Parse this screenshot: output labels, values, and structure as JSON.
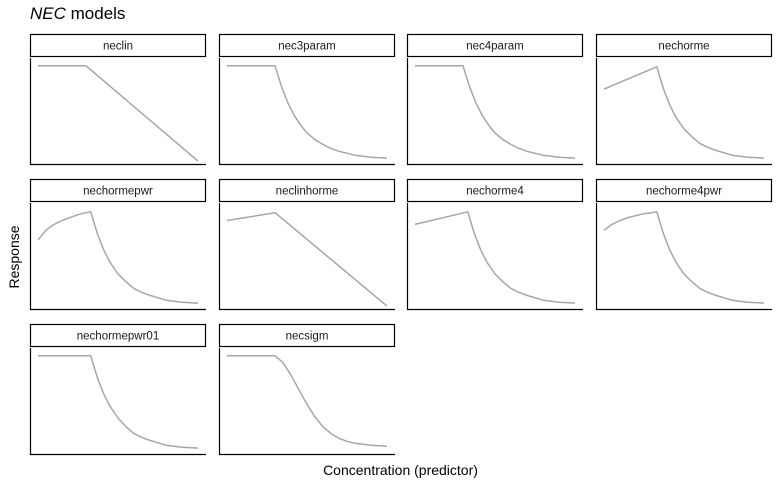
{
  "chart_data": {
    "type": "line",
    "title": {
      "italic": "NEC",
      "rest": " models"
    },
    "xlabel": "Concentration (predictor)",
    "ylabel": "Response",
    "x_ticks": "none",
    "y_ticks": "none",
    "grid": false,
    "legend": "none",
    "ylim": [
      0,
      1.08
    ],
    "line_color": "#a6a6a6",
    "panels": [
      {
        "name": "neclin",
        "x": [
          0,
          0.3,
          1
        ],
        "y": [
          1,
          1,
          0.02
        ]
      },
      {
        "name": "nec3param",
        "x": [
          0,
          0.3,
          0.34,
          0.38,
          0.42,
          0.46,
          0.5,
          0.55,
          0.6,
          0.65,
          0.7,
          0.8,
          0.9,
          1.0
        ],
        "y": [
          1,
          1,
          0.79,
          0.62,
          0.49,
          0.39,
          0.31,
          0.24,
          0.19,
          0.15,
          0.12,
          0.08,
          0.06,
          0.05
        ]
      },
      {
        "name": "nec4param",
        "x": [
          0,
          0.3,
          0.34,
          0.38,
          0.42,
          0.46,
          0.5,
          0.55,
          0.6,
          0.65,
          0.7,
          0.8,
          0.9,
          1.0
        ],
        "y": [
          1,
          1,
          0.79,
          0.62,
          0.49,
          0.39,
          0.31,
          0.24,
          0.19,
          0.15,
          0.12,
          0.08,
          0.06,
          0.05
        ]
      },
      {
        "name": "nechorme",
        "x": [
          0,
          0.33,
          0.37,
          0.41,
          0.45,
          0.5,
          0.55,
          0.6,
          0.65,
          0.7,
          0.8,
          0.9,
          1.0
        ],
        "y": [
          0.76,
          0.99,
          0.77,
          0.6,
          0.47,
          0.35,
          0.27,
          0.2,
          0.16,
          0.13,
          0.08,
          0.06,
          0.05
        ]
      },
      {
        "name": "nechormepwr",
        "x": [
          0,
          0.05,
          0.1,
          0.15,
          0.2,
          0.25,
          0.3,
          0.33,
          0.37,
          0.41,
          0.45,
          0.5,
          0.55,
          0.6,
          0.65,
          0.7,
          0.8,
          0.9,
          1.0
        ],
        "y": [
          0.7,
          0.8,
          0.86,
          0.9,
          0.93,
          0.96,
          0.98,
          0.99,
          0.77,
          0.6,
          0.47,
          0.35,
          0.27,
          0.2,
          0.16,
          0.13,
          0.08,
          0.06,
          0.05
        ]
      },
      {
        "name": "neclinhorme",
        "x": [
          0,
          0.3,
          1
        ],
        "y": [
          0.9,
          0.98,
          0.02
        ]
      },
      {
        "name": "nechorme4",
        "x": [
          0,
          0.33,
          0.37,
          0.41,
          0.45,
          0.5,
          0.55,
          0.6,
          0.65,
          0.7,
          0.8,
          0.9,
          1.0
        ],
        "y": [
          0.86,
          0.99,
          0.77,
          0.6,
          0.47,
          0.35,
          0.27,
          0.2,
          0.16,
          0.13,
          0.08,
          0.06,
          0.05
        ]
      },
      {
        "name": "nechorme4pwr",
        "x": [
          0,
          0.05,
          0.1,
          0.15,
          0.2,
          0.25,
          0.3,
          0.33,
          0.37,
          0.41,
          0.45,
          0.5,
          0.55,
          0.6,
          0.65,
          0.7,
          0.8,
          0.9,
          1.0
        ],
        "y": [
          0.8,
          0.86,
          0.9,
          0.93,
          0.95,
          0.97,
          0.98,
          0.99,
          0.77,
          0.6,
          0.47,
          0.35,
          0.27,
          0.2,
          0.16,
          0.13,
          0.08,
          0.06,
          0.05
        ]
      },
      {
        "name": "nechormepwr01",
        "x": [
          0,
          0.33,
          0.37,
          0.41,
          0.45,
          0.5,
          0.55,
          0.6,
          0.65,
          0.7,
          0.8,
          0.9,
          1.0
        ],
        "y": [
          1,
          1,
          0.78,
          0.61,
          0.48,
          0.36,
          0.27,
          0.2,
          0.16,
          0.13,
          0.08,
          0.06,
          0.05
        ]
      },
      {
        "name": "necsigm",
        "x": [
          0,
          0.3,
          0.35,
          0.4,
          0.45,
          0.5,
          0.55,
          0.6,
          0.65,
          0.7,
          0.75,
          0.8,
          0.9,
          1.0
        ],
        "y": [
          1,
          1,
          0.93,
          0.8,
          0.65,
          0.5,
          0.37,
          0.27,
          0.2,
          0.15,
          0.12,
          0.1,
          0.08,
          0.07
        ]
      }
    ]
  }
}
